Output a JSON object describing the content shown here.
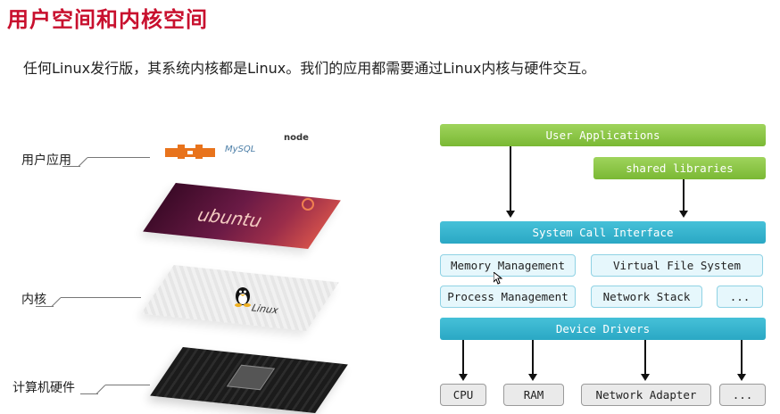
{
  "header": {
    "title": "用户空间和内核空间",
    "subtitle": "任何Linux发行版，其系统内核都是Linux。我们的应用都需要通过Linux内核与硬件交互。"
  },
  "stack": {
    "user_app_label": "用户应用",
    "kernel_label": "内核",
    "hardware_label": "计算机硬件",
    "ubuntu_wordmark": "ubuntu",
    "linux_wordmark": "Linux",
    "mysql_wordmark": "MySQL",
    "node_wordmark": "node"
  },
  "diagram": {
    "user_applications": "User Applications",
    "shared_libraries": "shared libraries",
    "system_call_interface": "System Call Interface",
    "memory_management": "Memory Management",
    "virtual_file_system": "Virtual File System",
    "process_management": "Process Management",
    "network_stack": "Network Stack",
    "kernel_more": "...",
    "device_drivers": "Device Drivers",
    "cpu": "CPU",
    "ram": "RAM",
    "network_adapter": "Network Adapter",
    "hardware_more": "..."
  },
  "colors": {
    "title": "#c8102e",
    "green": "#8bc34a",
    "blue": "#31b0cb",
    "light_blue": "#e6f7fc",
    "gray": "#eaeaea"
  }
}
